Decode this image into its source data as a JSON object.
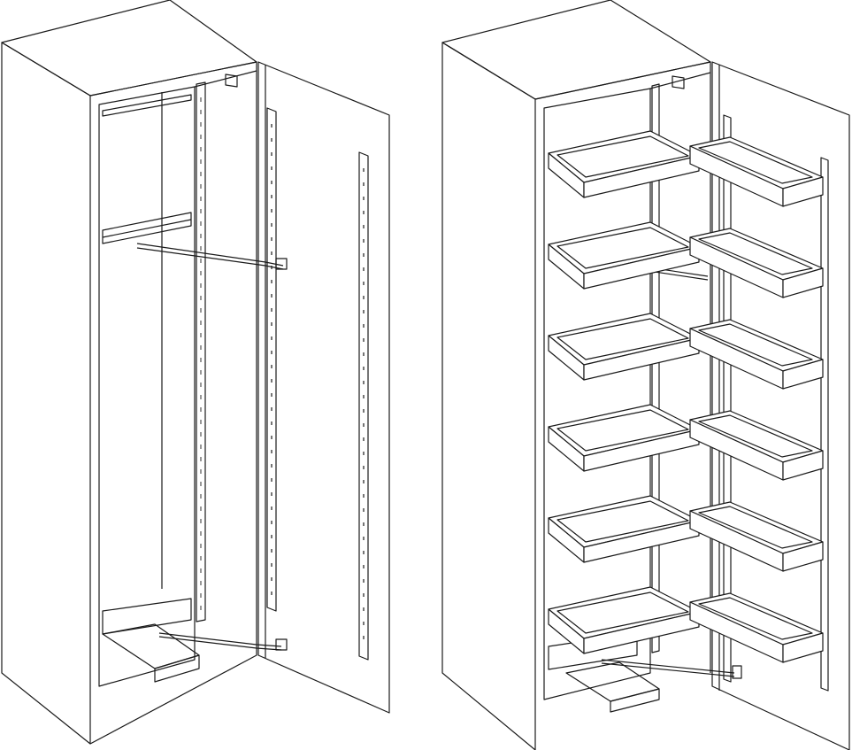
{
  "figure": {
    "panels": [
      {
        "id": "cabinet-empty",
        "state": "fittings installed, no baskets"
      },
      {
        "id": "cabinet-with-baskets",
        "state": "door open with baskets",
        "cabinet_baskets": 6,
        "door_baskets": 6
      }
    ]
  },
  "style": {
    "line_color": "#1a1a1a",
    "background": "#ffffff",
    "basket_fill": "#ffffff"
  }
}
